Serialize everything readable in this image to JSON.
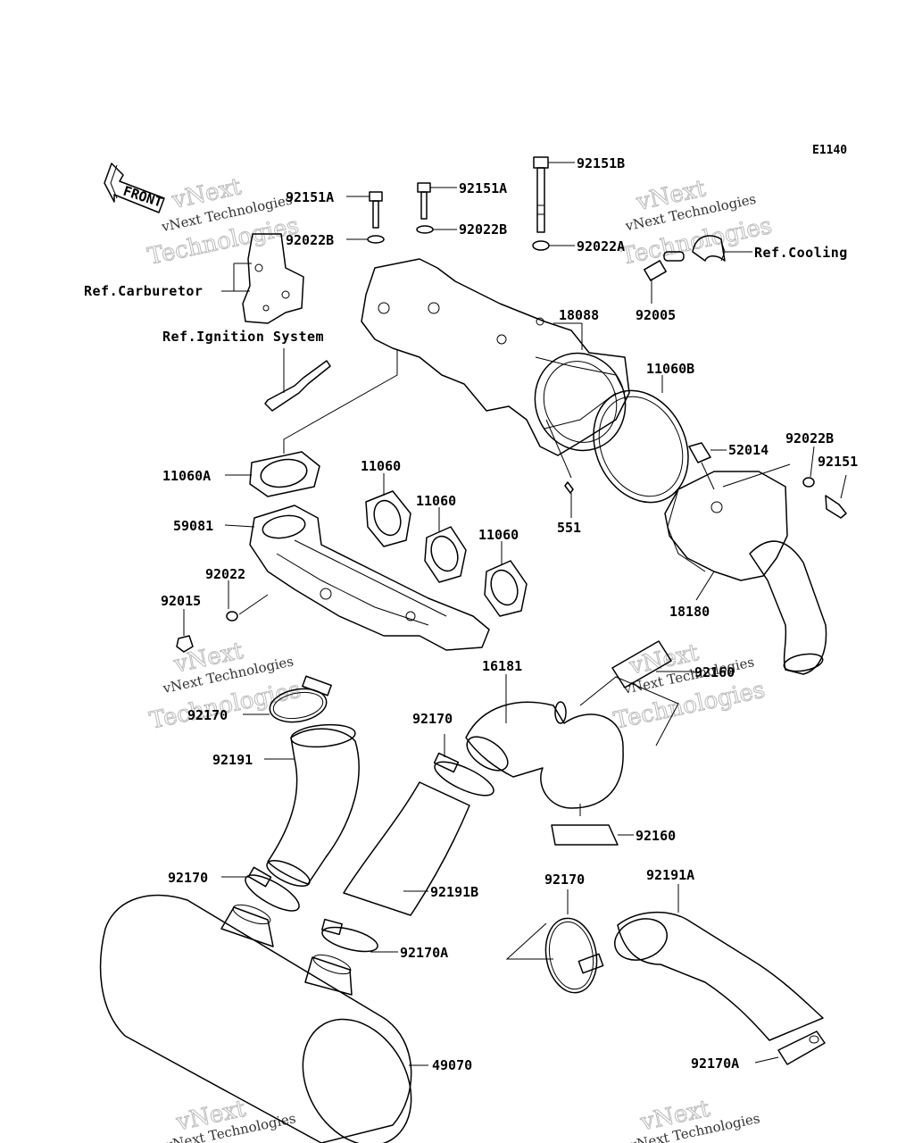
{
  "diagram_code": "E1140",
  "front_label": "FRONT",
  "refs": {
    "carburetor": "Ref.Carburetor",
    "ignition": "Ref.Ignition System",
    "cooling": "Ref.Cooling"
  },
  "part_labels": {
    "p92151A_1": "92151A",
    "p92151A_2": "92151A",
    "p92151B": "92151B",
    "p92022B_1": "92022B",
    "p92022B_2": "92022B",
    "p92022A": "92022A",
    "p92005": "92005",
    "p18088": "18088",
    "p11060B": "11060B",
    "p52014": "52014",
    "p92022B_3": "92022B",
    "p92151": "92151",
    "p11060A": "11060A",
    "p11060_1": "11060",
    "p11060_2": "11060",
    "p11060_3": "11060",
    "p59081": "59081",
    "p92022": "92022",
    "p92015": "92015",
    "p551": "551",
    "p18180": "18180",
    "p16181": "16181",
    "p92160_1": "92160",
    "p92160_2": "92160",
    "p92170_1": "92170",
    "p92170_2": "92170",
    "p92170_3": "92170",
    "p92170_4": "92170",
    "p92191": "92191",
    "p92191B": "92191B",
    "p92191A": "92191A",
    "p92170A_1": "92170A",
    "p92170A_2": "92170A",
    "p49070": "49070"
  },
  "watermarks": {
    "line1": "vNext",
    "line2": "vNext Technologies",
    "line3": "Technologies"
  }
}
